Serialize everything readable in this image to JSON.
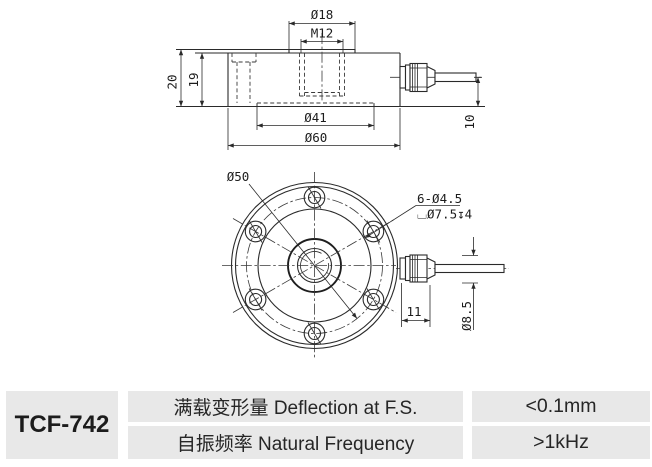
{
  "drawing": {
    "side_view": {
      "top_diameter": "Ø18",
      "thread": "M12",
      "height_total": "20",
      "height_body": "19",
      "recess_diameter": "Ø41",
      "outer_diameter": "Ø60",
      "cable_offset": "10"
    },
    "front_view": {
      "bolt_circle": "Ø50",
      "holes_note": "6-Ø4.5",
      "counterbore_note": "⌴Ø7.5↧4",
      "connector_length": "11",
      "cable_diameter": "Ø8.5"
    }
  },
  "table": {
    "model": "TCF-742",
    "rows": [
      {
        "label": "满载变形量 Deflection at F.S.",
        "value": "<0.1mm"
      },
      {
        "label": "自振频率 Natural Frequency",
        "value": ">1kHz"
      }
    ]
  },
  "colors": {
    "line": "#2a2a2a",
    "cell_bg": "#e8e8e8",
    "text": "#262626"
  }
}
